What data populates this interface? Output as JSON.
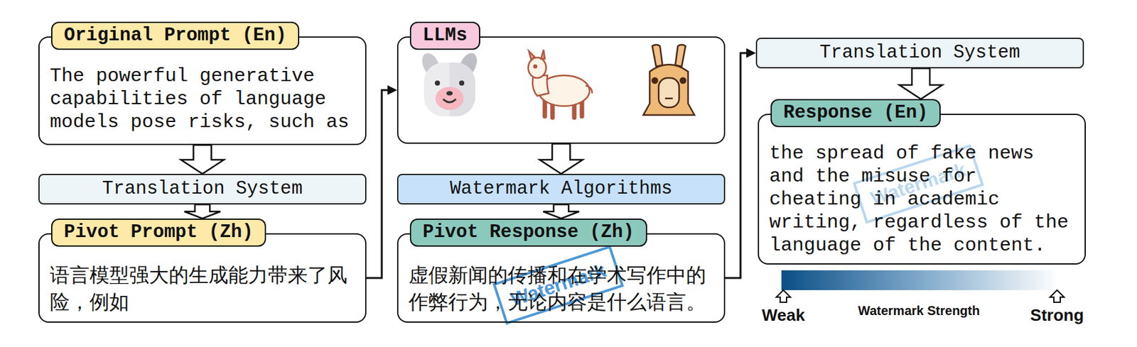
{
  "diagram": {
    "nodes": [
      {
        "text": [
          "Original Prompt (En)",
          "The powerful generative capabilities of language models pose risks, such as"
        ]
      },
      {
        "text": [
          "Translation System"
        ]
      },
      {
        "text": [
          "Pivot Prompt (Zh)",
          "语言模型强大的生成能力带来了风险，例如"
        ]
      },
      {
        "text": [
          "LLMs"
        ]
      },
      {
        "text": [
          "Watermark Algorithms"
        ]
      },
      {
        "text": [
          "Pivot Response (Zh)",
          "虚假新闻的传播和在学术写作中的作弊行为，无论内容是什么语言。"
        ]
      },
      {
        "text": [
          "Translation System"
        ]
      },
      {
        "text": [
          "Response (En)",
          "the spread of fake news and the misuse for cheating in academic writing, regardless of the language of the content."
        ]
      }
    ],
    "edges": [
      {
        "from": 0,
        "to": 1,
        "arrow": "to"
      },
      {
        "from": 1,
        "to": 2,
        "arrow": "to"
      },
      {
        "from": 2,
        "to": 3,
        "arrow": "to"
      },
      {
        "from": 3,
        "to": 4,
        "arrow": "to"
      },
      {
        "from": 4,
        "to": 5,
        "arrow": "to"
      },
      {
        "from": 5,
        "to": 6,
        "arrow": "to"
      },
      {
        "from": 6,
        "to": 7,
        "arrow": "to"
      }
    ],
    "labels": [
      "Watermark",
      "Watermark",
      "Weak",
      "Watermark Strength",
      "Strong"
    ]
  }
}
